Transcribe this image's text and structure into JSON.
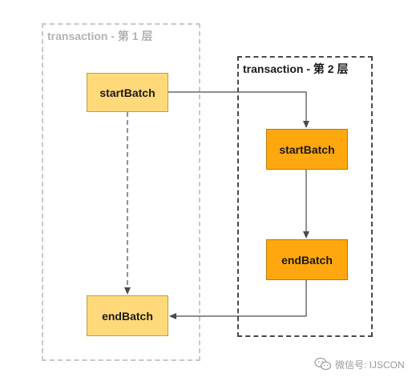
{
  "frames": {
    "layer1": {
      "title": "transaction - 第 1 层"
    },
    "layer2": {
      "title": "transaction - 第 2 层"
    }
  },
  "nodes": {
    "start1": {
      "label": "startBatch"
    },
    "end1": {
      "label": "endBatch"
    },
    "start2": {
      "label": "startBatch"
    },
    "end2": {
      "label": "endBatch"
    }
  },
  "colors": {
    "layer1_node": "#ffd97a",
    "layer2_node": "#ffa70f",
    "edge": "#4a4a4a"
  },
  "watermark": {
    "icon": "wechat-icon",
    "text": "微信号: IJSCON"
  }
}
